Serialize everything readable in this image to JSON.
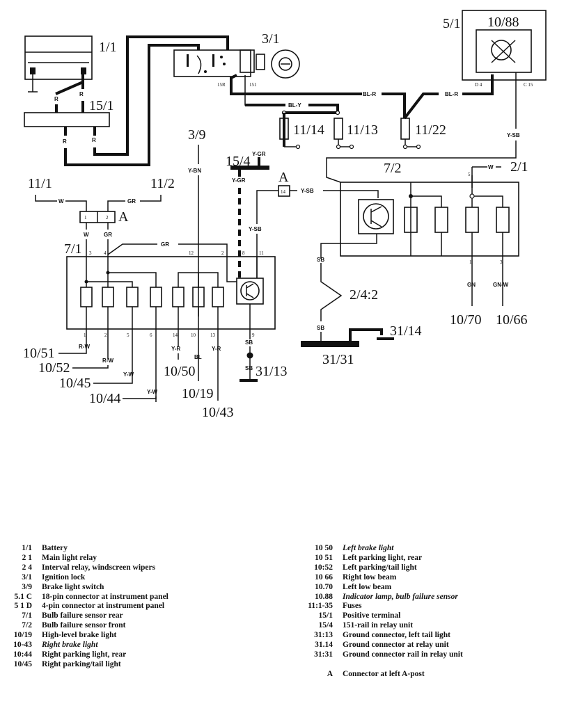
{
  "components": {
    "battery": "1/1",
    "ignition_lock": "3/1",
    "positive_terminal": "15/1",
    "brake_light_switch": "3/9",
    "rail_15_4": "15/4",
    "instrument_connector": "5/1",
    "indicator_lamp": "10/88",
    "fuse_11_14": "11/14",
    "fuse_11_13": "11/13",
    "fuse_11_22": "11/22",
    "fuse_11_1": "11/1",
    "fuse_11_2": "11/2",
    "connector_a": "A",
    "connector_a2": "A",
    "sensor_rear": "7/1",
    "sensor_front": "7/2",
    "main_light_relay": "2/1",
    "interval_relay": "2/4:2",
    "ground_31_14": "31/14",
    "ground_31_31": "31/31",
    "ground_31_13": "31/13",
    "lamp_10_51": "10/51",
    "lamp_10_52": "10/52",
    "lamp_10_45": "10/45",
    "lamp_10_44": "10/44",
    "lamp_10_50": "10/50",
    "lamp_10_19": "10/19",
    "lamp_10_43": "10/43",
    "lamp_10_70": "10/70",
    "lamp_10_66": "10/66"
  },
  "wire_labels": {
    "r": "R",
    "bl_r": "BL-R",
    "bl_y": "BL-Y",
    "y_sb": "Y-SB",
    "y_bn": "Y-BN",
    "y_gr": "Y-GR",
    "w": "W",
    "gr": "GR",
    "sb": "SB",
    "r_w": "R-W",
    "y_w": "Y-W",
    "y_r": "Y-R",
    "bl": "BL",
    "gn": "GN",
    "gn_w": "GN-W",
    "pin_15r": "15R",
    "pin_151": "151",
    "pin_d4": "D 4",
    "pin_c15": "C 15",
    "pin_14": "14",
    "conn_pin_1": "1",
    "conn_pin_2": "2"
  },
  "pins_7_1_bottom": [
    "1",
    "2",
    "5",
    "6",
    "14",
    "10",
    "13",
    "9"
  ],
  "pins_7_1_top": [
    "3",
    "4",
    "12",
    "2",
    "8",
    "11"
  ],
  "pins_7_2": [
    "5",
    "1",
    "3"
  ],
  "legend_left": [
    {
      "code": "1/1",
      "desc": "Battery"
    },
    {
      "code": "2 1",
      "desc": "Main light relay"
    },
    {
      "code": "2 4",
      "desc": "Interval relay, windscreen wipers"
    },
    {
      "code": "3/1",
      "desc": "Ignition lock"
    },
    {
      "code": "3/9",
      "desc": "Brake light switch"
    },
    {
      "code": "5.1 C",
      "desc": "18-pin connector at instrument panel"
    },
    {
      "code": "5 1 D",
      "desc": "4-pin connector at instrument panel"
    },
    {
      "code": "7/1",
      "desc": "Bulb failure sensor rear"
    },
    {
      "code": "7/2",
      "desc": "Bulb failure sensor front"
    },
    {
      "code": "10/19",
      "desc": "High-level brake light"
    },
    {
      "code": "10-43",
      "desc": "Right brake light"
    },
    {
      "code": "10:44",
      "desc": "Right parking light, rear"
    },
    {
      "code": "10/45",
      "desc": "Right parking/tail light"
    }
  ],
  "legend_right": [
    {
      "code": "10 50",
      "desc": "Left brake light"
    },
    {
      "code": "10 51",
      "desc": "Left parking light, rear"
    },
    {
      "code": "10:52",
      "desc": "Left parking/tail light"
    },
    {
      "code": "10 66",
      "desc": "Right low beam"
    },
    {
      "code": "10.70",
      "desc": "Left low beam"
    },
    {
      "code": "10.88",
      "desc": "Indicator lamp, bulb failure sensor"
    },
    {
      "code": "11:1-35",
      "desc": "Fuses"
    },
    {
      "code": "15/1",
      "desc": "Positive terminal"
    },
    {
      "code": "15/4",
      "desc": "151-rail in relay unit"
    },
    {
      "code": "31:13",
      "desc": "Ground connector, left tail light"
    },
    {
      "code": "31.14",
      "desc": "Ground connector at relay unit"
    },
    {
      "code": "31:31",
      "desc": "Ground connector rail in relay unit"
    },
    {
      "code": "",
      "desc": ""
    },
    {
      "code": "A",
      "desc": "Connector at left A-post"
    }
  ]
}
